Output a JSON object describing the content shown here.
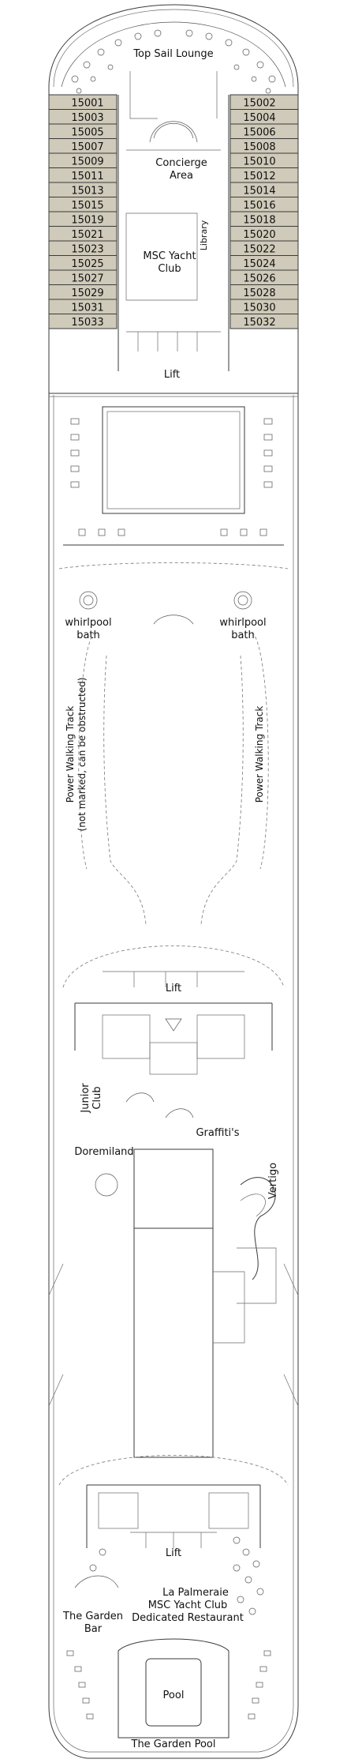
{
  "deck": {
    "colors": {
      "cabin_fill": "#cfcab9",
      "hull_line": "#3a3a3a",
      "background": "#ffffff"
    },
    "labels": {
      "top_sail_lounge": "Top Sail Lounge",
      "concierge_area_1": "Concierge",
      "concierge_area_2": "Area",
      "library": "Library",
      "yacht_club_1": "MSC Yacht",
      "yacht_club_2": "Club",
      "lift_fwd": "Lift",
      "whirlpool_left_1": "whirlpool",
      "whirlpool_left_2": "bath",
      "whirlpool_right_1": "whirlpool",
      "whirlpool_right_2": "bath",
      "track_left_1": "Power Walking Track",
      "track_left_2": "(not marked, can be obstructed)",
      "track_right": "Power Walking Track",
      "lift_mid": "Lift",
      "junior_club_1": "Junior",
      "junior_club_2": "Club",
      "graffitis": "Graffiti's",
      "doremiland": "Doremiland",
      "vertigo": "Vertigo",
      "lift_aft": "Lift",
      "garden_bar_1": "The Garden",
      "garden_bar_2": "Bar",
      "palmeraie_1": "La Palmeraie",
      "palmeraie_2": "MSC Yacht Club",
      "palmeraie_3": "Dedicated Restaurant",
      "pool": "Pool",
      "garden_pool": "The Garden Pool"
    },
    "cabins_left": [
      "15001",
      "15003",
      "15005",
      "15007",
      "15009",
      "15011",
      "15013",
      "15015",
      "15019",
      "15021",
      "15023",
      "15025",
      "15027",
      "15029",
      "15031",
      "15033"
    ],
    "cabins_right": [
      "15002",
      "15004",
      "15006",
      "15008",
      "15010",
      "15012",
      "15014",
      "15016",
      "15018",
      "15020",
      "15022",
      "15024",
      "15026",
      "15028",
      "15030",
      "15032"
    ]
  }
}
